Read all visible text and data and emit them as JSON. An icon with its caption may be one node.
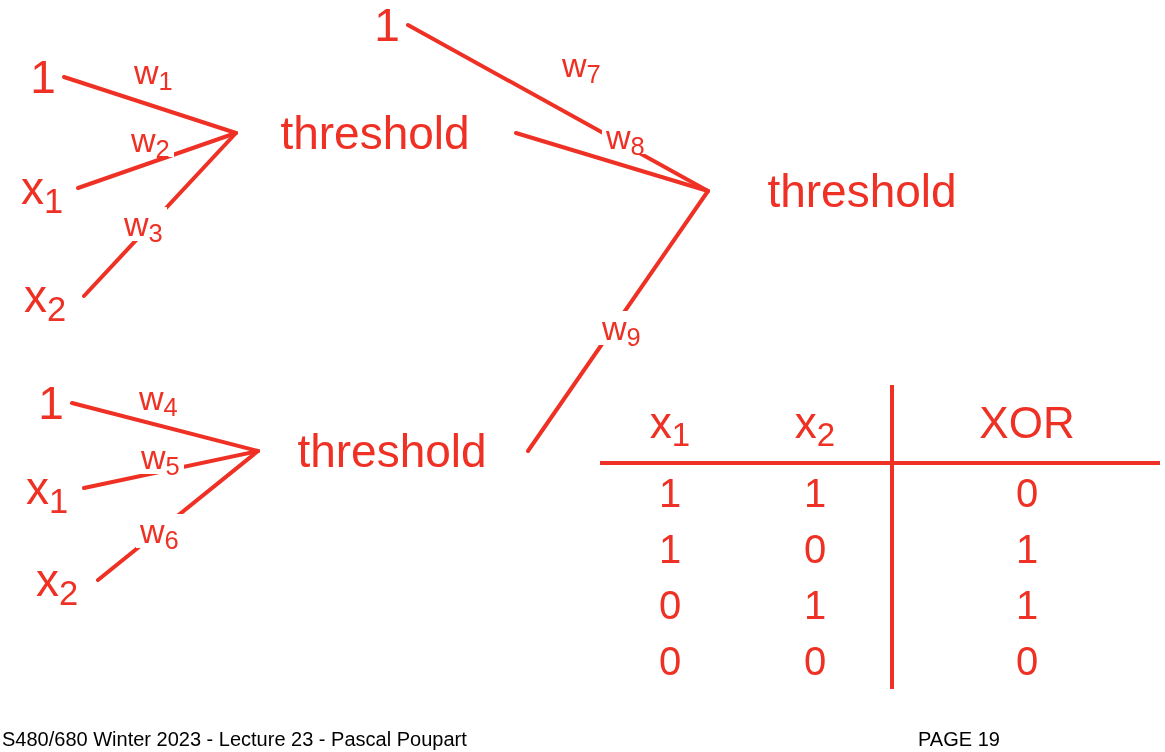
{
  "diagram": {
    "nodes": [
      {
        "text": [
          "1"
        ]
      },
      {
        "text": [
          "x$_{1}$"
        ]
      },
      {
        "text": [
          "x$_{2}$"
        ]
      },
      {
        "text": [
          "1"
        ]
      },
      {
        "text": [
          "x$_{1}$"
        ]
      },
      {
        "text": [
          "x$_{2}$"
        ]
      },
      {
        "text": [
          "threshold"
        ]
      },
      {
        "text": [
          "threshold"
        ]
      },
      {
        "text": [
          "1"
        ]
      },
      {
        "text": [
          "threshold"
        ]
      }
    ],
    "edges": [
      {
        "from": 0,
        "to": 6,
        "arrow": "none",
        "label": "w$_{1}$"
      },
      {
        "from": 1,
        "to": 6,
        "arrow": "none",
        "label": "w$_{2}$"
      },
      {
        "from": 2,
        "to": 6,
        "arrow": "none",
        "label": "w$_{3}$"
      },
      {
        "from": 3,
        "to": 7,
        "arrow": "none",
        "label": "w$_{4}$"
      },
      {
        "from": 4,
        "to": 7,
        "arrow": "none",
        "label": "w$_{5}$"
      },
      {
        "from": 5,
        "to": 7,
        "arrow": "none",
        "label": "w$_{6}$"
      },
      {
        "from": 8,
        "to": 9,
        "arrow": "none",
        "label": "w$_{7}$"
      },
      {
        "from": 6,
        "to": 9,
        "arrow": "none",
        "label": "w$_{8}$"
      },
      {
        "from": 7,
        "to": 9,
        "arrow": "none",
        "label": "w$_{9}$"
      }
    ],
    "labels": [
      "x$_{1}$",
      "x$_{2}$",
      "XOR",
      "1",
      "1",
      "0",
      "1",
      "0",
      "1",
      "0",
      "1",
      "1",
      "0",
      "0",
      "0",
      "S480/680 Winter 2023 - Lecture 23 - Pascal Poupart",
      "PAGE 19"
    ]
  }
}
